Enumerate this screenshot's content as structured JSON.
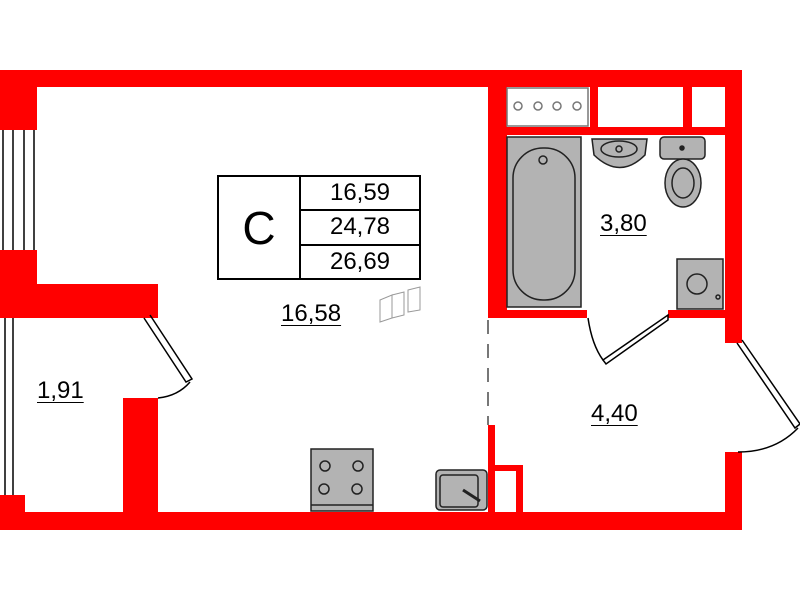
{
  "plan": {
    "type_letter": "C",
    "areas_summary": [
      "16,59",
      "24,78",
      "26,69"
    ],
    "rooms": {
      "living": "16,58",
      "balcony": "1,91",
      "bathroom": "3,80",
      "hall": "4,40"
    }
  },
  "colors": {
    "wall": "#ff0000",
    "fixture": "#b3b3b3",
    "outline": "#333333"
  }
}
